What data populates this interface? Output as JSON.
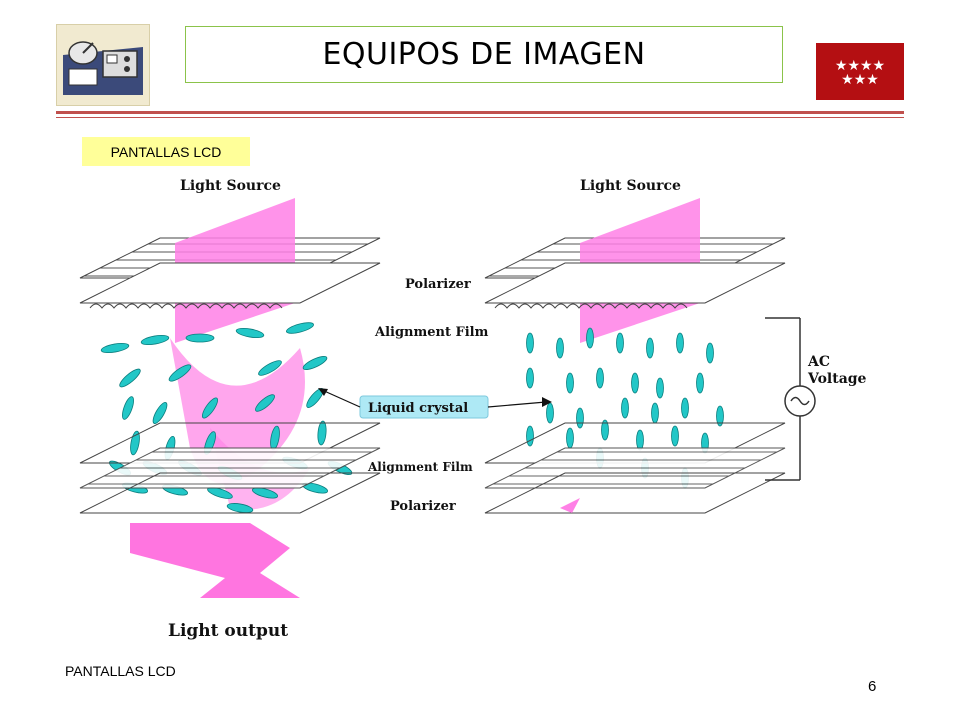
{
  "header": {
    "title": "EQUIPOS DE IMAGEN"
  },
  "section": {
    "label": "PANTALLAS LCD"
  },
  "diagram": {
    "light_source_left": "Light Source",
    "light_source_right": "Light Source",
    "polarizer_top": "Polarizer",
    "alignment_film_top": "Alignment Film",
    "liquid_crystal": "Liquid crystal",
    "alignment_film_bottom": "Alignment Film",
    "polarizer_bottom": "Polarizer",
    "ac_voltage_line1": "AC",
    "ac_voltage_line2": "Voltage",
    "light_output": "Light output"
  },
  "footer": {
    "text": "PANTALLAS LCD",
    "page_number": "6"
  },
  "colors": {
    "accent_rule": "#c0504d",
    "flag_red": "#b40f12",
    "label_bg": "#ffff99",
    "light_pink": "#ff80e6",
    "crystal_cyan": "#22c7c7"
  }
}
